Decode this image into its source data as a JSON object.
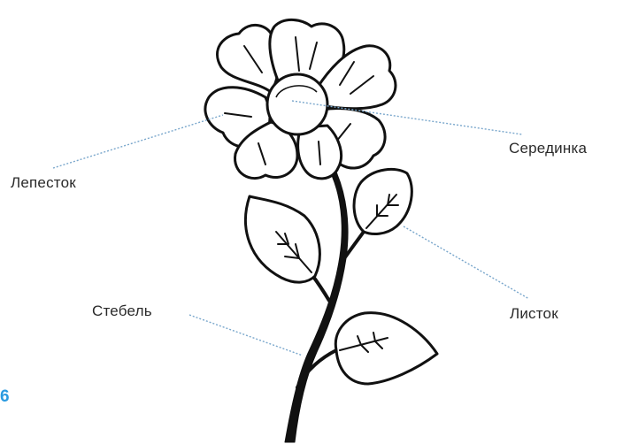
{
  "diagram": {
    "labels": {
      "petal": "Лепесток",
      "center": "Серединка",
      "stem": "Стебель",
      "leaf": "Листок"
    },
    "page_number": "6"
  },
  "colors": {
    "outline": "#111111",
    "leader_line": "#7aa7cc",
    "page_number": "#2b9be0"
  }
}
